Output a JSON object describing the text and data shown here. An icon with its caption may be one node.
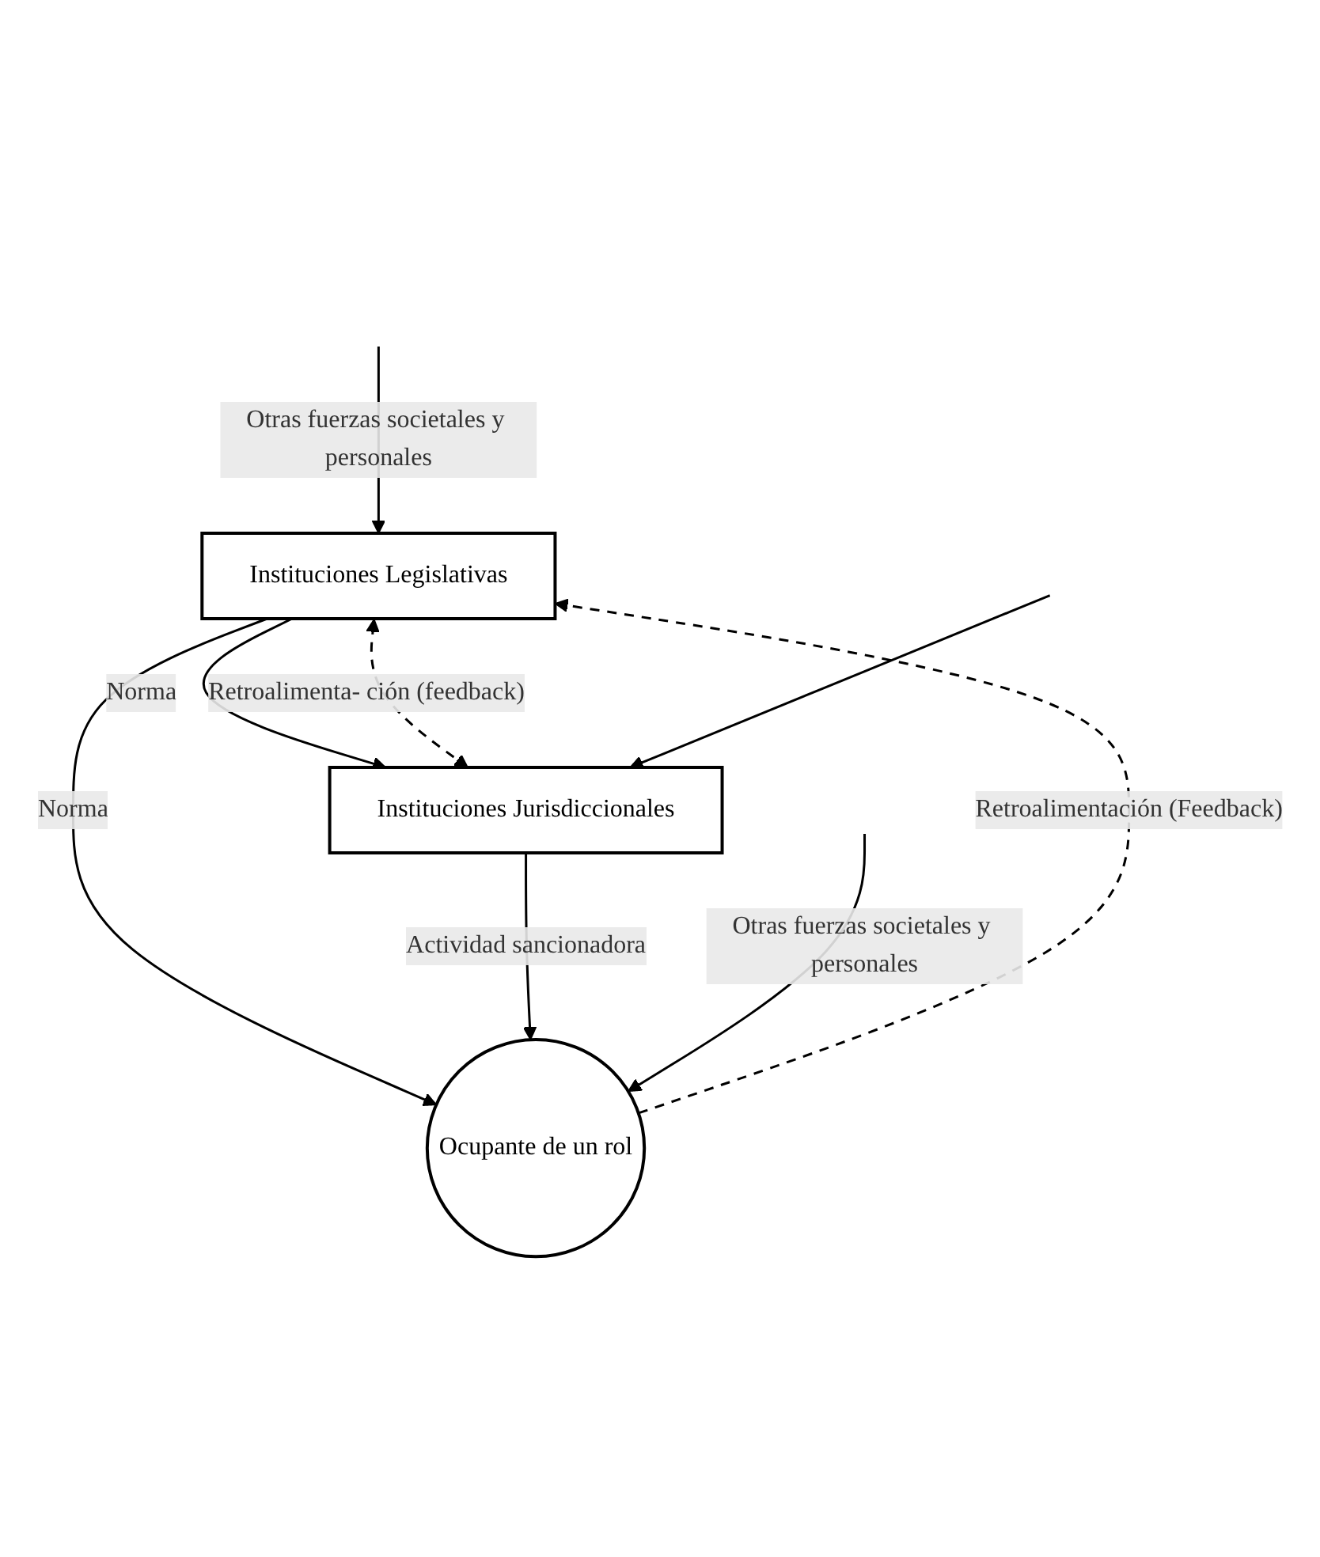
{
  "diagram": {
    "nodes": [
      {
        "text": [
          "Instituciones Legislativas"
        ]
      },
      {
        "text": [
          "Instituciones Jurisdiccionales"
        ]
      },
      {
        "text": [
          "Ocupante de un rol"
        ]
      }
    ],
    "edges": [
      {
        "from": null,
        "to": 0,
        "arrow": "to",
        "label": "Otras fuerzas societales y personales"
      },
      {
        "from": 0,
        "to": 1,
        "arrow": "to",
        "label": "Norma"
      },
      {
        "from": 0,
        "to": 2,
        "arrow": "to",
        "label": "Norma"
      },
      {
        "from": 1,
        "to": 2,
        "arrow": "to",
        "label": "Actividad sancionadora"
      },
      {
        "from": 2,
        "to": 0,
        "arrow": "to",
        "style": "dashed",
        "label": "Retroalimentación (Feedback)"
      },
      {
        "from": 0,
        "to": 1,
        "arrow": "both",
        "style": "dashed",
        "label": "Retroalimenta- ción (feedback)"
      },
      {
        "from": null,
        "to": 1,
        "arrow": "to"
      },
      {
        "from": null,
        "to": 2,
        "arrow": "to",
        "label": "Otras fuerzas societales y personales"
      }
    ]
  }
}
